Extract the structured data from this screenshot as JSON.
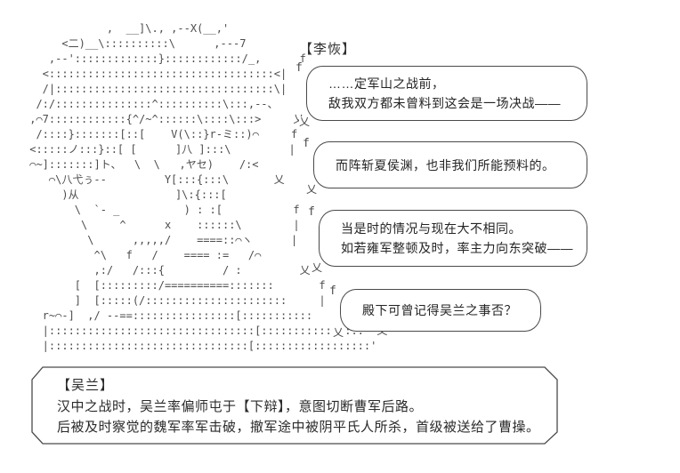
{
  "scene": {
    "speaker_label": "【李恢】",
    "tail_top": "f",
    "tail_bottom": "乂",
    "bubbles": [
      {
        "lines": [
          "……定军山之战前，",
          "敌我双方都未曾料到这会是一场决战——"
        ]
      },
      {
        "lines": [
          "而阵斩夏侯渊，也非我们所能预料的。"
        ]
      },
      {
        "lines": [
          "当是时的情况与现在大不相同。",
          "如若雍军整顿及时，率主力向东突破——"
        ]
      },
      {
        "lines": [
          "殿下可曾记得吴兰之事否？"
        ]
      }
    ],
    "info_box": {
      "title": "【吴兰】",
      "lines": [
        "汉中之战时，吴兰率偏师屯于【下辩】，意图切断曹军后路。",
        "后被及时察觉的魏军率军击破，撤军途中被阴平氏人所杀，首级被送给了曹操。"
      ]
    },
    "ascii_art": "             ,  __]\\., ,--X(__,'\n      <二)__\\::::::::::\\      ,---7\n    ,--':::::::::::::}::::::::::::/_,      f\n   <:::::::::::::::::::::::::::::::::::<|\n   /|::::::::::::::::::::::::::::::::::\\|\n  /:/:::::::::::::::^::::::::::\\:::,--、\n ,⌒7::::::::::::{^/~^::::::\\::::\\:::>     乂\n  /::::}:::::::[::[    V(\\::}r-ミ::)⌒     f\n <:::::ノ:::}::[ [      ]八 ]:::\\         |\n ⌒~]:::::::]ト、  \\  \\   ,ヤセ)    /:<\n    ⌒\\八弋ぅ--         Y[:::{:::\\       乂\n      )从               ]\\:{:::[\n        \\  `- _          ) : :[           f\n         \\     ^      x    ::::::\\        |\n          \\      ,,,,,/    ====::⌒ヽ      |\n           ^\\   f   /    ==== :=   /⌒\n           ,:/   /:::{         / :         乂\n        [  [:::::::::/==========:::::::       f\n        ]  [:::::(/::::::::::::::::::::::     |\n   r~⌒-]  ,/ --==::::::::::::::::[:::::::::::\n   |::::::::::::::::::::::::::::::::[::::::::::::::::  乂\n   |:::::::::::::::::::::::::::::::[::::::::::::::::::'"
  },
  "colors": {
    "ink": "#4a4a4a",
    "text": "#2a2a2a",
    "background": "#ffffff"
  }
}
